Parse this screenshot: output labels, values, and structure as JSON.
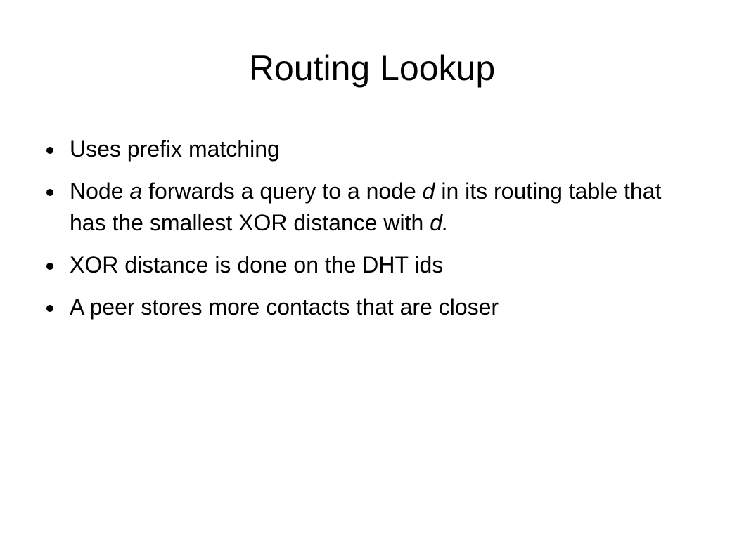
{
  "slide": {
    "title": "Routing Lookup",
    "bullets": [
      {
        "text": "Uses prefix matching"
      },
      {
        "parts": [
          "Node ",
          "a",
          " forwards a query to a node ",
          "d",
          " in its routing table that has the smallest XOR distance with ",
          "d."
        ]
      },
      {
        "text": "XOR distance is done on the DHT ids"
      },
      {
        "text": "A peer stores more contacts that are closer"
      }
    ]
  }
}
